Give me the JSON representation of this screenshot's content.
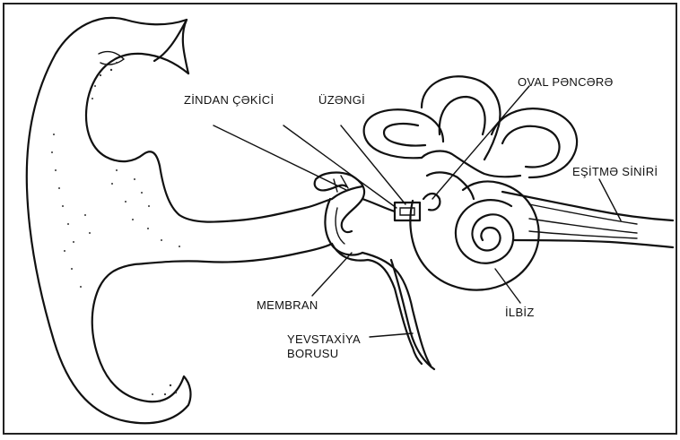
{
  "labels": {
    "zindan_cekici": "ZİNDAN ÇƏKİCİ",
    "uzengi": "ÜZƏNGİ",
    "oval_pencere": "OVAL PƏNCƏRƏ",
    "esitme_siniri": "EŞİTMƏ SİNİRİ",
    "membran": "MEMBRAN",
    "ilbiz": "İLBİZ",
    "yevstaxiya_line1": "YEVSTAXİYA",
    "yevstaxiya_line2": "BORUSU"
  }
}
